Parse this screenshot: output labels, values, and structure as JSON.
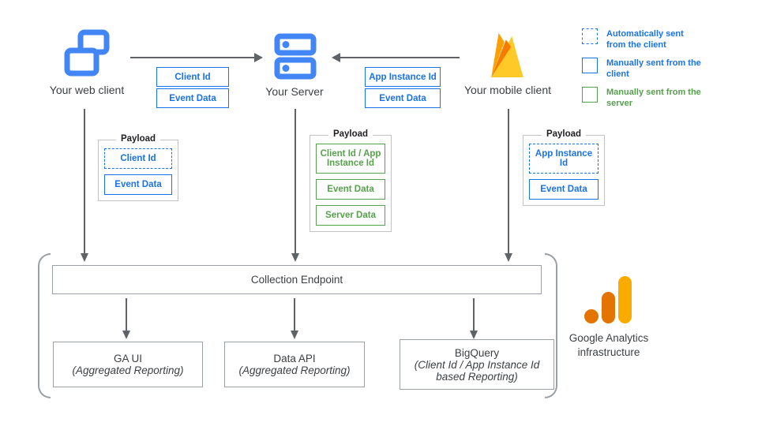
{
  "nodes": {
    "web_client": {
      "label": "Your web client"
    },
    "server": {
      "label": "Your Server"
    },
    "mobile_client": {
      "label": "Your mobile client"
    }
  },
  "flow_tags": {
    "web_to_server": [
      "Client Id",
      "Event Data"
    ],
    "mobile_to_server": [
      "App Instance Id",
      "Event Data"
    ]
  },
  "payloads": {
    "title": "Payload",
    "web": {
      "items": [
        {
          "label": "Client Id",
          "style": "dashed-blue"
        },
        {
          "label": "Event Data",
          "style": "solid-blue"
        }
      ]
    },
    "server": {
      "items": [
        {
          "label": "Client Id / App Instance Id",
          "style": "solid-green"
        },
        {
          "label": "Event Data",
          "style": "solid-green"
        },
        {
          "label": "Server Data",
          "style": "solid-green"
        }
      ]
    },
    "mobile": {
      "items": [
        {
          "label": "App Instance Id",
          "style": "dashed-blue"
        },
        {
          "label": "Event Data",
          "style": "solid-blue"
        }
      ]
    }
  },
  "legend": {
    "items": [
      {
        "label": "Automatically sent from the client",
        "style": "dashed-blue"
      },
      {
        "label": "Manually sent from the client",
        "style": "solid-blue"
      },
      {
        "label": "Manually sent from the server",
        "style": "solid-green"
      }
    ]
  },
  "infrastructure": {
    "endpoint_label": "Collection Endpoint",
    "outputs": [
      {
        "title": "GA UI",
        "subtitle": "(Aggregated Reporting)"
      },
      {
        "title": "Data API",
        "subtitle": "(Aggregated Reporting)"
      },
      {
        "title": "BigQuery",
        "subtitle": "(Client Id / App Instance Id based Reporting)"
      }
    ],
    "caption": "Google Analytics infrastructure"
  },
  "colors": {
    "blue": "#1A73E8",
    "icon_blue": "#4285F4",
    "green": "#56A14C",
    "arrow_gray": "#5F6368",
    "box_border_gray": "#9AA0A6",
    "text_dark": "#3C4043",
    "ga_orange": "#E37400",
    "ga_amber": "#F9AB00",
    "firebase_amber": "#FFA000",
    "firebase_orange": "#F57C00",
    "firebase_yellow": "#FFCA28"
  }
}
